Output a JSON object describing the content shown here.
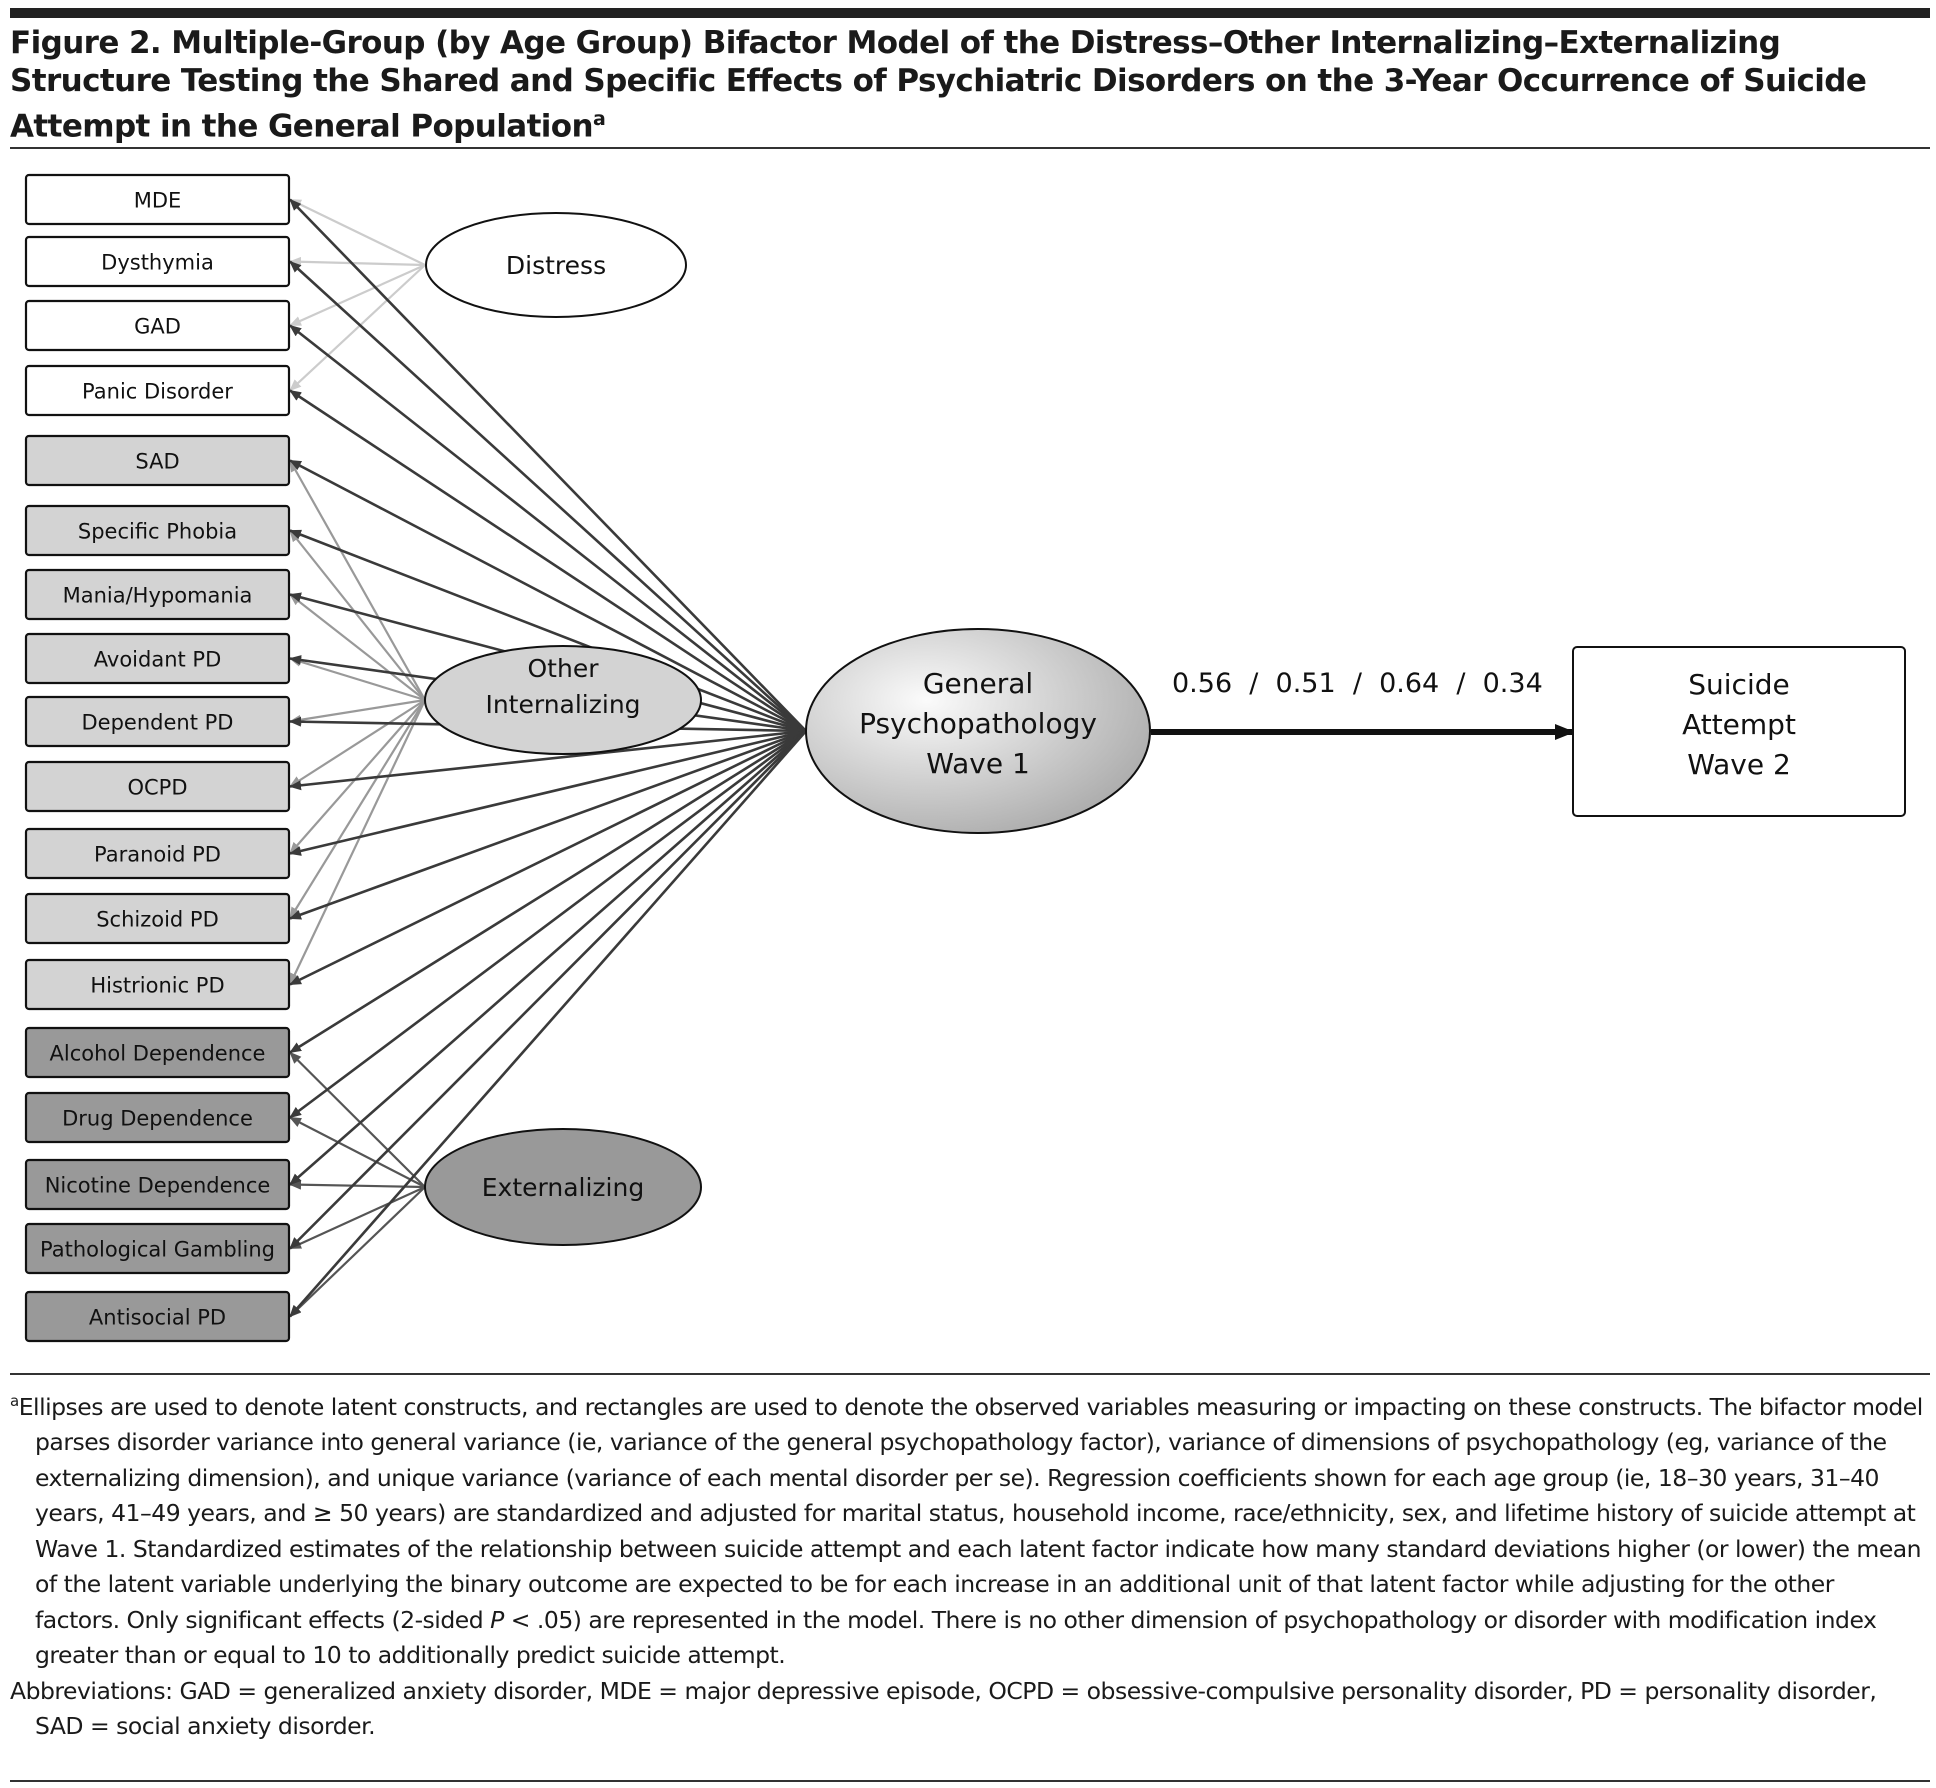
{
  "figure": {
    "title": "Figure 2. Multiple-Group (by Age Group) Bifactor Model of the Distress–Other Internalizing–Externalizing Structure Testing the Shared and Specific Effects of Psychiatric Disorders on the 3-Year Occurrence of Suicide Attempt in the General Population",
    "title_superscript": "a"
  },
  "diagram": {
    "observed": [
      {
        "label": "MDE",
        "group": "distress"
      },
      {
        "label": "Dysthymia",
        "group": "distress"
      },
      {
        "label": "GAD",
        "group": "distress"
      },
      {
        "label": "Panic Disorder",
        "group": "distress"
      },
      {
        "label": "SAD",
        "group": "other"
      },
      {
        "label": "Specific Phobia",
        "group": "other"
      },
      {
        "label": "Mania/Hypomania",
        "group": "other"
      },
      {
        "label": "Avoidant PD",
        "group": "other"
      },
      {
        "label": "Dependent PD",
        "group": "other"
      },
      {
        "label": "OCPD",
        "group": "other"
      },
      {
        "label": "Paranoid PD",
        "group": "other"
      },
      {
        "label": "Schizoid PD",
        "group": "other"
      },
      {
        "label": "Histrionic PD",
        "group": "other"
      },
      {
        "label": "Alcohol Dependence",
        "group": "external"
      },
      {
        "label": "Drug Dependence",
        "group": "external"
      },
      {
        "label": "Nicotine Dependence",
        "group": "external"
      },
      {
        "label": "Pathological Gambling",
        "group": "external"
      },
      {
        "label": "Antisocial PD",
        "group": "external"
      }
    ],
    "factors": {
      "distress": [
        "Distress"
      ],
      "other": [
        "Other",
        "Internalizing"
      ],
      "external": [
        "Externalizing"
      ],
      "general": [
        "General",
        "Psychopathology",
        "Wave 1"
      ]
    },
    "outcome": [
      "Suicide",
      "Attempt",
      "Wave 2"
    ],
    "coefficients": "0.56  /  0.51  /  0.64  /  0.34",
    "colors": {
      "distress_fill": "#ffffff",
      "other_fill": "#d3d3d3",
      "external_fill": "#999999",
      "general_gradient_light": "#fbfbfb",
      "general_gradient_dark": "#a9a9a9",
      "general_arrow": "#3a3a3a",
      "distress_arrow": "#cccccc",
      "other_arrow": "#999999",
      "external_arrow": "#555555"
    }
  },
  "footnote": {
    "marker": "a",
    "note_before_p": "Ellipses are used to denote latent constructs, and rectangles are used to denote the observed variables measuring or impacting on these constructs. The bifactor model parses disorder variance into general variance (ie, variance of the general psychopathology factor), variance of dimensions of psychopathology (eg, variance of the externalizing dimension), and unique variance (variance of each mental disorder per se). Regression coefficients shown for each age group (ie, 18–30 years, 31–40 years, 41–49 years, and ≥ 50 years) are standardized and adjusted for marital status, household income, race/ethnicity, sex, and lifetime history of suicide attempt at Wave 1. Standardized estimates of the relationship between suicide attempt and each latent factor indicate how many standard deviations higher (or lower) the mean of the latent variable underlying the binary outcome are expected to be for each increase in an additional unit of that latent factor while adjusting for the other factors. Only significant effects (2-sided ",
    "p_symbol": "P",
    "note_after_p": " < .05) are represented in the model. There is no other dimension of psychopathology or disorder with modification index greater than or equal to 10 to additionally predict suicide attempt.",
    "abbreviations": "Abbreviations: GAD = generalized anxiety disorder, MDE = major depressive episode, OCPD = obsessive-compulsive personality disorder, PD = personality disorder, SAD = social anxiety disorder."
  }
}
